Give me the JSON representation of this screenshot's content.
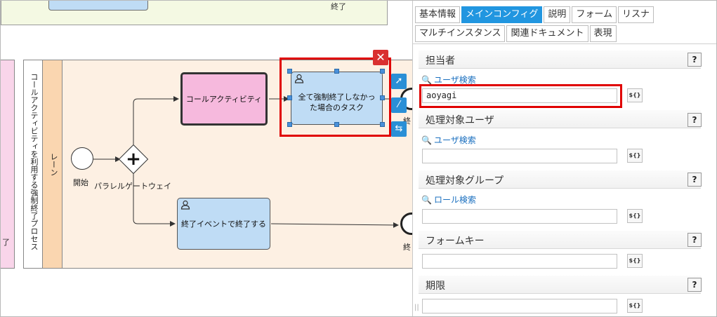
{
  "canvas": {
    "top_pool_text": "終了",
    "left_pool_text": "了",
    "pool_name": "コールアクティビティを利用する強制終了プロセス",
    "lane_name": "レーン",
    "start_event_label": "開始",
    "gateway_label": "パラレルゲートウェイ",
    "call_activity_label": "コールアクティビティ",
    "selected_task_label": "全て強制終了しなかった場合のタスク",
    "end_task_label": "終了イベントで終了する",
    "end_event_label_1": "終",
    "end_event_label_2": "終",
    "delete_icon": "close-x",
    "tool_icons": [
      "arrow-connect",
      "line-connect",
      "swap"
    ]
  },
  "panel": {
    "tabs_row1": [
      "基本情報",
      "メインコンフィグ",
      "説明",
      "フォーム",
      "リスナ"
    ],
    "tabs_row2": [
      "マルチインスタンス",
      "関連ドキュメント",
      "表現"
    ],
    "active_tab": "メインコンフィグ",
    "sections": [
      {
        "title": "担当者",
        "search_label": "ユーザ検索",
        "value": "aoyagi"
      },
      {
        "title": "処理対象ユーザ",
        "search_label": "ユーザ検索",
        "value": ""
      },
      {
        "title": "処理対象グループ",
        "search_label": "ロール検索",
        "value": ""
      },
      {
        "title": "フォームキー",
        "value": ""
      },
      {
        "title": "期限",
        "value": ""
      }
    ],
    "help_label": "?",
    "var_label": "${}"
  },
  "colors": {
    "accent": "#2196e0",
    "highlight": "#e00000",
    "task_blue": "#bfdcf5",
    "call_pink": "#f6b9dd",
    "lane_peach": "#fdf0e3"
  }
}
